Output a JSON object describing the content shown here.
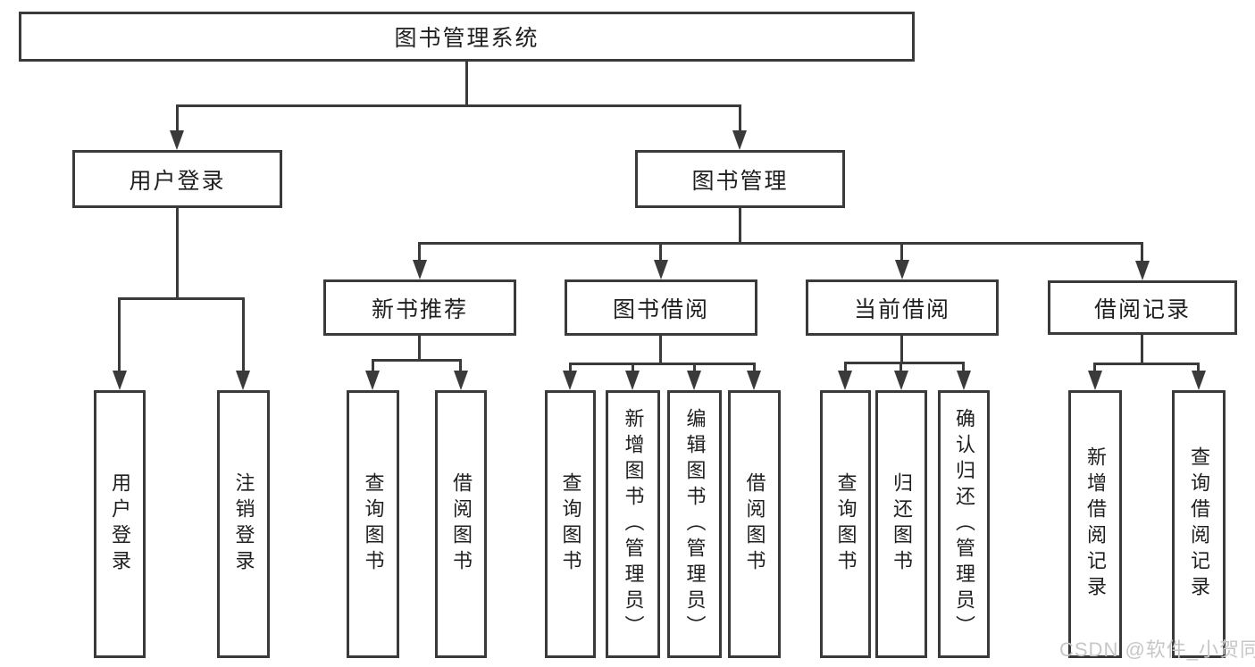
{
  "diagram": {
    "type": "hierarchy-tree",
    "watermark": "CSDN @软件_小贺同学",
    "colors": {
      "background": "#ffffff",
      "line": "#3a3a3a",
      "box_border": "#3a3a3a",
      "box_fill": "#ffffff",
      "text": "#1f1f1f",
      "watermark": "#c7c7c7"
    }
  },
  "tree": {
    "label": "图书管理系统",
    "children": [
      {
        "label": "用户登录",
        "children": [
          {
            "label": "用户登录"
          },
          {
            "label": "注销登录"
          }
        ]
      },
      {
        "label": "图书管理",
        "children": [
          {
            "label": "新书推荐",
            "children": [
              {
                "label": "查询图书"
              },
              {
                "label": "借阅图书"
              }
            ]
          },
          {
            "label": "图书借阅",
            "children": [
              {
                "label": "查询图书"
              },
              {
                "label": "新增图书（管理员）"
              },
              {
                "label": "编辑图书（管理员）"
              },
              {
                "label": "借阅图书"
              }
            ]
          },
          {
            "label": "当前借阅",
            "children": [
              {
                "label": "查询图书"
              },
              {
                "label": "归还图书"
              },
              {
                "label": "确认归还（管理员）"
              }
            ]
          },
          {
            "label": "借阅记录",
            "children": [
              {
                "label": "新增借阅记录"
              },
              {
                "label": "查询借阅记录"
              }
            ]
          }
        ]
      }
    ]
  }
}
